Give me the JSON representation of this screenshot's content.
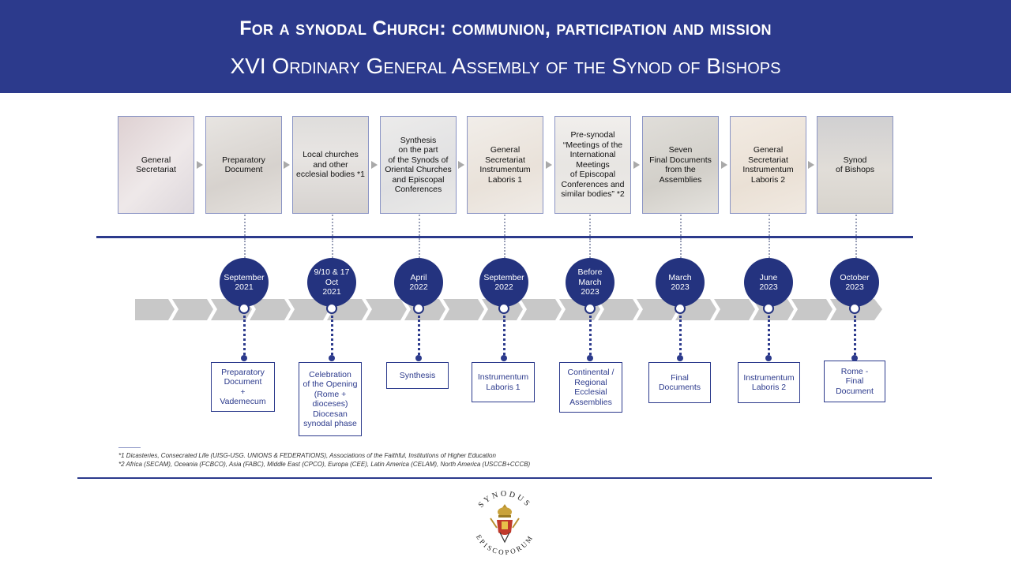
{
  "header": {
    "title": "For a synodal Church: communion, participation and mission",
    "subtitle": "XVI Ordinary General Assembly of the Synod of Bishops"
  },
  "cards": [
    {
      "label": "General\nSecretariat"
    },
    {
      "label": "Preparatory\nDocument"
    },
    {
      "label": "Local churches\nand other\necclesial bodies *1"
    },
    {
      "label": "Synthesis\non the part\nof the Synods of\nOriental Churches\nand Episcopal\nConferences"
    },
    {
      "label": "General\nSecretariat\nInstrumentum\nLaboris 1"
    },
    {
      "label": "Pre-synodal\n“Meetings of the\nInternational\nMeetings\nof Episcopal\nConferences and\nsimilar bodies” *2"
    },
    {
      "label": "Seven\nFinal Documents\nfrom the\nAssemblies"
    },
    {
      "label": "General\nSecretariat\nInstrumentum\nLaboris 2"
    },
    {
      "label": "Synod\nof Bishops"
    }
  ],
  "milestones": [
    {
      "date": "September\n2021",
      "output": "Preparatory\nDocument\n+\nVademecum"
    },
    {
      "date": "9/10 & 17\nOct\n2021",
      "output": "Celebration\nof the Opening\n(Rome +\ndioceses)\nDiocesan\nsynodal phase"
    },
    {
      "date": "April\n2022",
      "output": "Synthesis"
    },
    {
      "date": "September\n2022",
      "output": "Instrumentum\nLaboris 1"
    },
    {
      "date": "Before\nMarch\n2023",
      "output": "Continental /\nRegional\nEcclesial\nAssemblies"
    },
    {
      "date": "March\n2023",
      "output": "Final\nDocuments"
    },
    {
      "date": "June\n2023",
      "output": "Instrumentum\nLaboris 2"
    },
    {
      "date": "October\n2023",
      "output": "Rome -\nFinal\nDocument"
    }
  ],
  "footnotes": {
    "fn1": "*1 Dicasteries, Consecrated Life (UISG-USG. UNIONS & FEDERATIONS), Associations of the Faithful, Institutions of Higher Education",
    "fn2": "*2 Africa (SECAM), Oceania (FCBCO), Asia (FABC), Middle East (CPCO), Europa (CEE), Latin America (CELAM), North America (USCCB+CCCB)"
  },
  "logo": {
    "top_text": "SYNODUS",
    "bottom_text": "EPISCOPORUM"
  },
  "colors": {
    "header_bg": "#2c3a8c",
    "navy": "#24337f",
    "chevron": "#c8c8c8"
  }
}
